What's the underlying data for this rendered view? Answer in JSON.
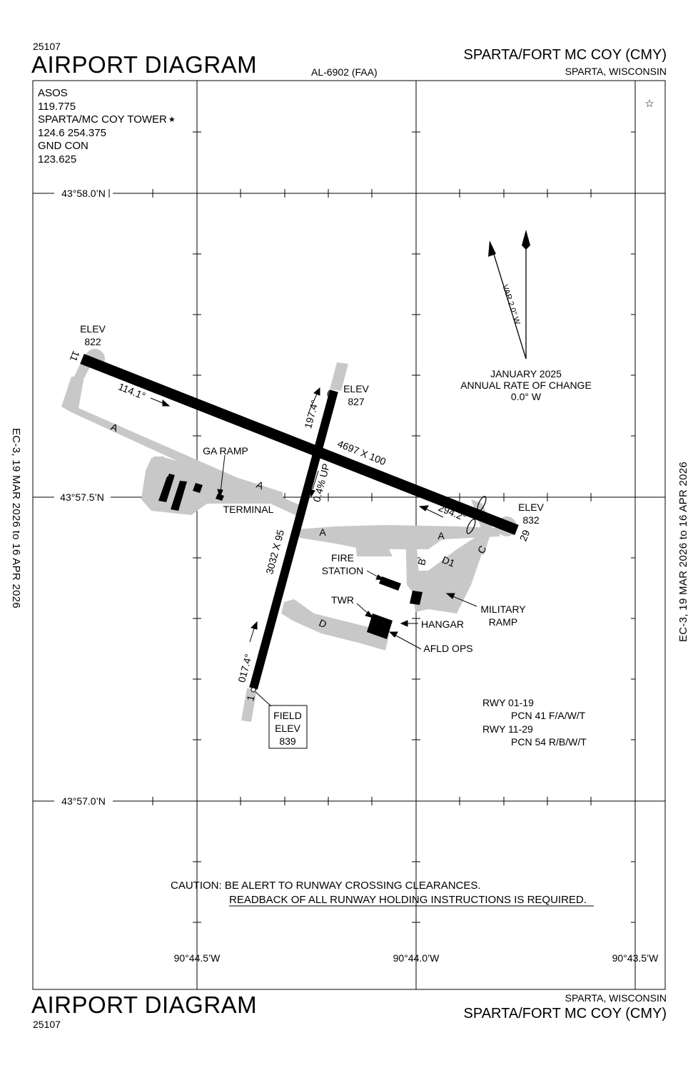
{
  "header": {
    "procedure_number": "25107",
    "title": "AIRPORT DIAGRAM",
    "chart_id": "AL-6902 (FAA)",
    "airport_name": "SPARTA/FORT MC COY (CMY)",
    "city_state": "SPARTA, WISCONSIN"
  },
  "footer": {
    "procedure_number": "25107",
    "title": "AIRPORT DIAGRAM",
    "airport_name": "SPARTA/FORT MC COY (CMY)",
    "city_state": "SPARTA, WISCONSIN"
  },
  "communications": {
    "asos_label": "ASOS",
    "asos_freq": "119.775",
    "tower_label": "SPARTA/MC COY TOWER",
    "tower_freq": "124.6  254.375",
    "gnd_label": "GND CON",
    "gnd_freq": "123.625"
  },
  "effective_dates": {
    "left": "EC-3,  19 MAR 2026  to  16 APR 2026",
    "right": "EC-3,  19 MAR 2026  to  16 APR 2026"
  },
  "coordinates": {
    "lat_top": "43°58.0’N",
    "lat_mid": "43°57.5’N",
    "lat_bottom": "43°57.0’N",
    "lon_left": "90°44.5’W",
    "lon_mid": "90°44.0’W",
    "lon_right": "90°43.5’W"
  },
  "magnetic": {
    "variation": "VAR 2.0° W",
    "date": "JANUARY 2025",
    "rate_label": "ANNUAL RATE OF CHANGE",
    "rate_value": "0.0° W"
  },
  "runways": {
    "rwy_11_29_dims": "4697 X 100",
    "rwy_01_19_dims": "3032 X 95",
    "hdg_114": "114.1°",
    "hdg_294": "294.2°",
    "hdg_017": "017.4°",
    "hdg_197": "197.4°",
    "slope": "0.4% UP",
    "end_11": "11",
    "end_29": "29",
    "end_19": "19",
    "end_1": "1"
  },
  "elevations": {
    "elev_label": "ELEV",
    "elev_11": "822",
    "elev_19": "827",
    "elev_29": "832",
    "field_line1": "FIELD",
    "field_line2": "ELEV",
    "field_value": "839"
  },
  "facilities": {
    "ga_ramp": "GA RAMP",
    "terminal": "TERMINAL",
    "fire_line1": "FIRE",
    "fire_line2": "STATION",
    "twr": "TWR",
    "hangar": "HANGAR",
    "afld_ops": "AFLD OPS",
    "mil_line1": "MILITARY",
    "mil_line2": "RAMP"
  },
  "taxiways": {
    "a": "A",
    "b": "B",
    "c": "C",
    "d": "D",
    "d1": "D1"
  },
  "pcn": {
    "rwy_a": "RWY 01-19",
    "pcn_a": "PCN 41 F/A/W/T",
    "rwy_b": "RWY 11-29",
    "pcn_b": "PCN 54 R/B/W/T"
  },
  "caution": {
    "line1": "CAUTION:  BE ALERT TO RUNWAY CROSSING CLEARANCES.",
    "line2": "READBACK OF ALL RUNWAY HOLDING INSTRUCTIONS IS REQUIRED."
  },
  "colors": {
    "runway": "#000000",
    "pavement": "#c8c8c8",
    "grid": "#000000"
  }
}
